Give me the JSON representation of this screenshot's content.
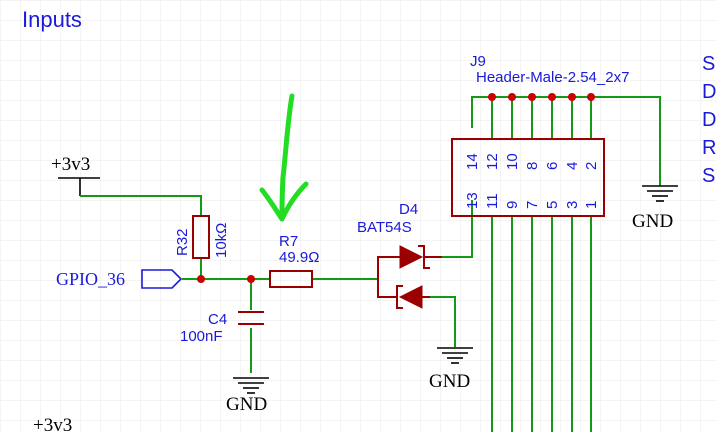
{
  "sheet": {
    "title": "Inputs",
    "right_edge_letters": [
      "S",
      "D",
      "D",
      "R",
      "S"
    ]
  },
  "colors": {
    "wire": "#169a16",
    "part": "#9a0000",
    "label": "#1a1ad8",
    "annotation": "#22dd22",
    "grid": "#e8e8e8"
  },
  "power": {
    "top_net": "+3v3",
    "bottom_net": "+3v3"
  },
  "net_label": {
    "name": "GPIO_36"
  },
  "r32": {
    "ref": "R32",
    "value": "10kΩ"
  },
  "r7": {
    "ref": "R7",
    "value": "49.9Ω"
  },
  "c4": {
    "ref": "C4",
    "value": "100nF"
  },
  "d4": {
    "ref": "D4",
    "value": "BAT54S"
  },
  "j9": {
    "ref": "J9",
    "value": "Header-Male-2.54_2x7",
    "top_pins": [
      "14",
      "12",
      "10",
      "8",
      "6",
      "4",
      "2"
    ],
    "bottom_pins": [
      "13",
      "11",
      "9",
      "7",
      "5",
      "3",
      "1"
    ]
  },
  "grounds": {
    "c4_label": "GND",
    "d4_label": "GND",
    "j9_label": "GND"
  },
  "annotation": {
    "icon": "hand-drawn-arrow-icon"
  }
}
